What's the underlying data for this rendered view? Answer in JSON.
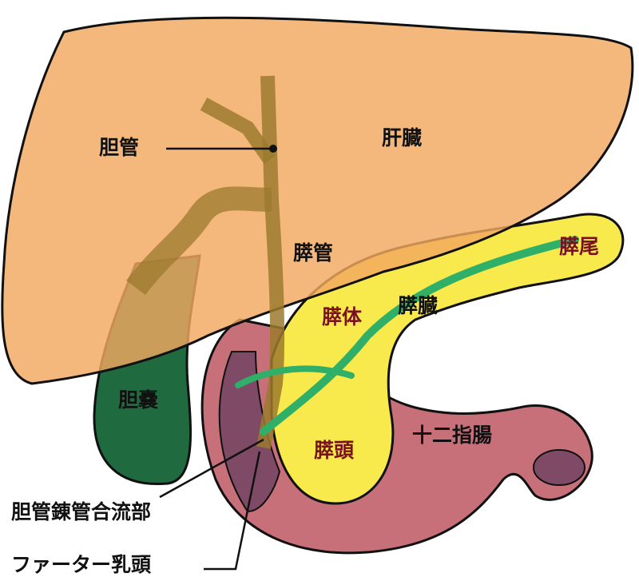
{
  "title": "胆管・膵臓の解剖図",
  "labels": {
    "bile_duct": "胆管",
    "liver": "肝臓",
    "pancreatic_duct": "膵管",
    "pancreas_body": "膵体",
    "pancreas": "膵臓",
    "pancreas_tail": "膵尾",
    "gallbladder": "胆嚢",
    "duodenum": "十二指腸",
    "pancreas_head": "膵頭",
    "junction": "胆管錬管合流部",
    "papilla": "ファーター乳頭"
  },
  "colors": {
    "liver": "#F2A860",
    "pancreas": "#F8E94C",
    "duodenum": "#C8707A",
    "duodenum_inner": "#7E4A66",
    "gallbladder": "#1F6B3F",
    "bile_duct": "#9C7A2E",
    "pancreatic_duct": "#2FAF68",
    "region_label": "#7A1020"
  }
}
